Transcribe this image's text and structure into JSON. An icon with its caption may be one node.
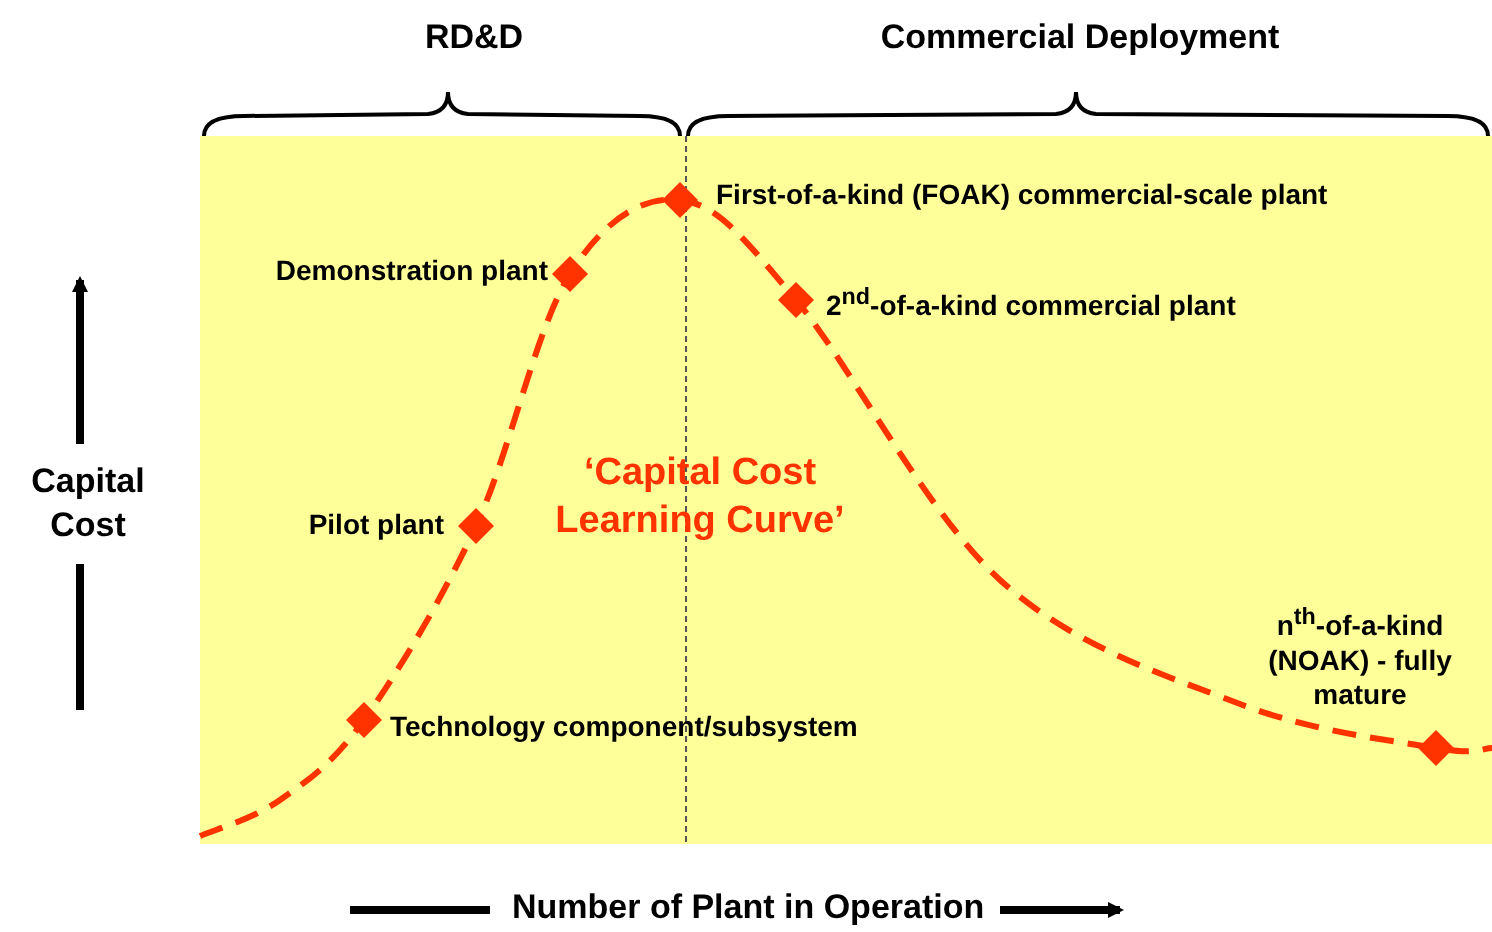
{
  "diagram": {
    "labels": [
      "RD&D",
      "Commercial Deployment",
      "First-of-a-kind (FOAK) commercial-scale plant",
      "Demonstration plant",
      "2$^{nd}$-of-a-kind commercial plant",
      "Capital Cost",
      "‘Capital Cost Learning Curve’",
      "Pilot plant",
      "n$^{th}$-of-a-kind (NOAK) - fully mature",
      "Technology component/subsystem",
      "Number of Plant in Operation"
    ]
  }
}
